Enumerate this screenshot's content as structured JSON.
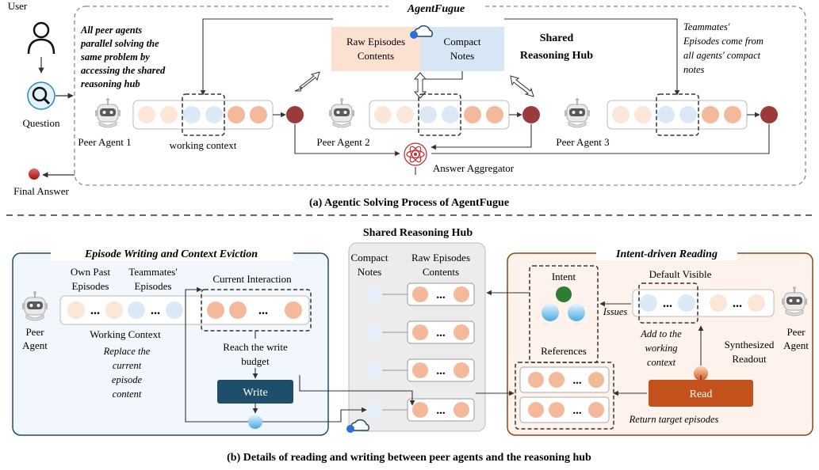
{
  "top": {
    "user_label": "User",
    "question_label": "Question",
    "final_answer_label": "Final Answer",
    "frame_title": "AgentFugue",
    "note_parallel": [
      "All peer agents",
      "parallel solving the",
      "same problem by",
      "accessing the shared",
      "reasoning hub"
    ],
    "raw_episodes": [
      "Raw Episodes",
      "Contents"
    ],
    "compact_notes": [
      "Compact",
      "Notes"
    ],
    "hub_title": [
      "Shared",
      "Reasoning Hub"
    ],
    "note_teammates": [
      "Teammates'",
      "Episodes come from",
      "all agents' compact",
      "notes"
    ],
    "agents": [
      "Peer Agent 1",
      "Peer Agent 2",
      "Peer Agent 3"
    ],
    "working_context": "working context",
    "aggregator": "Answer Aggregator",
    "caption": "(a) Agentic Solving Process of AgentFugue"
  },
  "bottom": {
    "hub_title": "Shared Reasoning Hub",
    "hub_compact": [
      "Compact",
      "Notes"
    ],
    "hub_raw": [
      "Raw Episodes",
      "Contents"
    ],
    "ellipsis": "...",
    "left_title": "Episode Writing and Context Eviction",
    "own_past": [
      "Own Past",
      "Episodes"
    ],
    "teammates": [
      "Teammates'",
      "Episodes"
    ],
    "current_interaction": "Current Interaction",
    "peer_agent": [
      "Peer",
      "Agent"
    ],
    "working_context": "Working Context",
    "reach_budget": [
      "Reach the write",
      "budget"
    ],
    "replace_note": [
      "Replace the",
      "current",
      "episode",
      "content"
    ],
    "write_label": "Write",
    "right_title": "Intent-driven Reading",
    "intent": "Intent",
    "references": "References",
    "issues": "Issues",
    "default_visible": "Default Visible",
    "add_working": [
      "Add to the",
      "working",
      "context"
    ],
    "synth": [
      "Synthesized",
      "Readout"
    ],
    "read_label": "Read",
    "return_target": "Return target episodes",
    "caption": "(b) Details of reading and writing between peer agents and the reasoning hub"
  },
  "colors": {
    "peach": "#f4b99a",
    "light_peach": "#fbe6d8",
    "blue": "#dbe9f7",
    "dark_red": "#9b3a3a",
    "navy": "#1f4e6b",
    "orange": "#c4521d",
    "green": "#2e7d32",
    "hub_gray": "#ededed"
  }
}
